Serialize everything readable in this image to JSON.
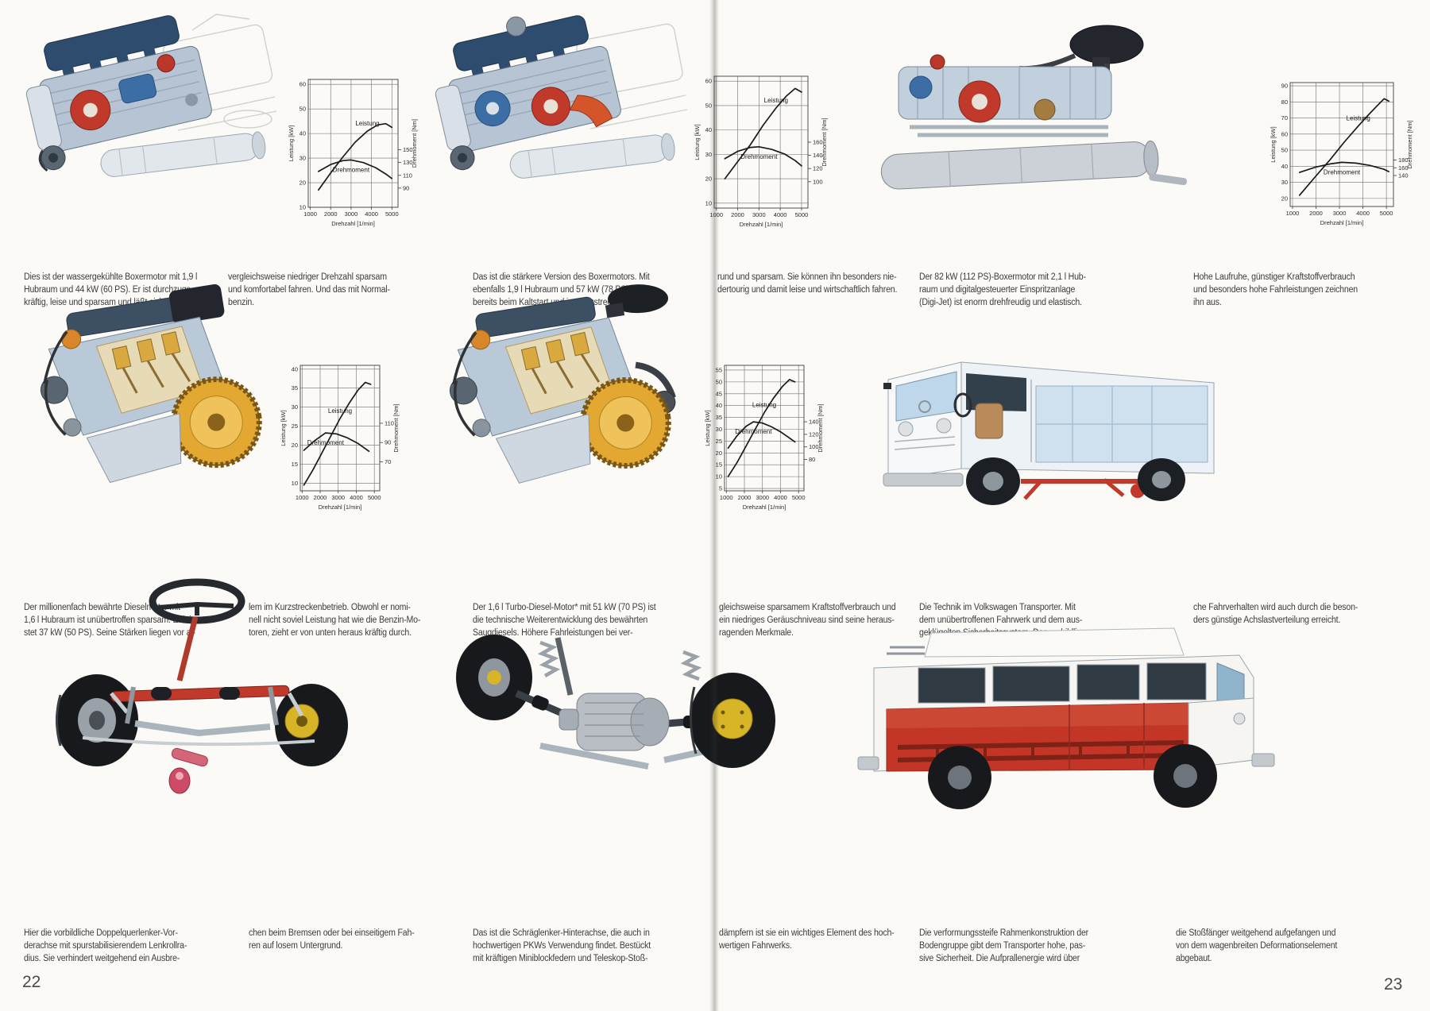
{
  "page": {
    "left_number": "22",
    "right_number": "23"
  },
  "colors": {
    "paper": "#fbfaf6",
    "ink": "#3c3c3c",
    "chart_ink": "#1a1a1a",
    "accent_red": "#c0392b",
    "flywheel_gold": "#e3a832",
    "engine_blue": "#b6c4d4",
    "van_red": "#c23527",
    "hub_yellow": "#d8b427"
  },
  "captions": {
    "r1c1": "Dies ist der wassergekühlte Boxermotor mit 1,9 l\nHubraum und 44 kW (60 PS). Er ist durchzugs-\nkräftig, leise und sparsam und läßt sich mit",
    "r1c2": "vergleichsweise niedriger Drehzahl sparsam\nund komfortabel fahren. Und das mit Normal-\nbenzin.",
    "r1c3": "Das ist die stärkere Version des Boxermotors. Mit\nebenfalls 1,9 l Hubraum und 57 kW (78 PS) läuft er\nbereits beim Kaltstart und im Kurzstreckenverkehr",
    "r1c4": "rund und sparsam. Sie können ihn besonders nie-\ndertourig und damit leise und wirtschaftlich fahren.",
    "r1c5": "Der 82 kW (112 PS)-Boxermotor mit 2,1 l Hub-\nraum und digitalgesteuerter Einspritzanlage\n(Digi-Jet) ist enorm drehfreudig und elastisch.",
    "r1c6": "Hohe Laufruhe, günstiger Kraftstoffverbrauch\nund besonders hohe Fahrleistungen zeichnen\nihn aus.",
    "r2c1": "Der millionenfach bewährte Dieselmotor mit\n1,6 l Hubraum ist unübertroffen sparsam. Er lei-\nstet 37 kW (50 PS). Seine Stärken liegen vor al-",
    "r2c2": "lem im Kurzstreckenbetrieb. Obwohl er nomi-\nnell nicht soviel Leistung hat wie die Benzin-Mo-\ntoren, zieht er von unten heraus kräftig durch.",
    "r2c3": "Der 1,6 l Turbo-Diesel-Motor* mit 51 kW (70 PS) ist\ndie technische Weiterentwicklung des bewährten\nSaugdiesels. Höhere Fahrleistungen bei ver-",
    "r2c4": "gleichsweise sparsamem Kraftstoffverbrauch und\nein niedriges Geräuschniveau sind seine heraus-\nragenden Merkmale.",
    "r2c5": "Die Technik im Volkswagen Transporter. Mit\ndem unübertroffenen Fahrwerk und dem aus-\ngeklügelten Sicherheitssystem. Das vorbildli-",
    "r2c6": "che Fahrverhalten wird auch durch die beson-\nders günstige Achslastverteilung erreicht.",
    "r3c1": "Hier die vorbildliche Doppelquerlenker-Vor-\nderachse mit spurstabilisierendem Lenkrollra-\ndius. Sie verhindert weitgehend ein Ausbre-",
    "r3c2": "chen beim Bremsen oder bei einseitigem Fah-\nren auf losem Untergrund.",
    "r3c3": "Das ist die Schräglenker-Hinterachse, die auch in\nhochwertigen PKWs Verwendung findet. Bestückt\nmit kräftigen Miniblockfedern und Teleskop-Stoß-",
    "r3c4": "dämpfern ist sie ein wichtiges Element des hoch-\nwertigen Fahrwerks.",
    "r3c5": "Die verformungssteife Rahmenkonstruktion der\nBodengruppe gibt dem Transporter hohe, pas-\nsive Sicherheit. Die Aufprallenergie wird über",
    "r3c6": "die Stoßfänger weitgehend aufgefangen und\nvon dem wagenbreiten Deformationselement\nabgebaut."
  },
  "chart_data": [
    {
      "id": "boxer-1.9-44kW",
      "type": "line",
      "x_label": "Drehzahl [1/min]",
      "y_left_label": "Leistung [kW]",
      "y_right_label": "Drehmoment [Nm]",
      "x_ticks": [
        1000,
        2000,
        3000,
        4000,
        5000
      ],
      "x_range": [
        900,
        5300
      ],
      "left_ticks": [
        10,
        20,
        30,
        40,
        50,
        60
      ],
      "left_range": [
        10,
        62
      ],
      "right_ticks": [
        90,
        110,
        130,
        150
      ],
      "right_range": [
        60,
        260
      ],
      "series": [
        {
          "name": "Leistung",
          "label": "Leistung",
          "axis": "left",
          "points": [
            [
              1400,
              17
            ],
            [
              2000,
              24
            ],
            [
              2600,
              30.5
            ],
            [
              3200,
              36.5
            ],
            [
              3800,
              41
            ],
            [
              4300,
              43.5
            ],
            [
              4700,
              44
            ],
            [
              5000,
              42.5
            ]
          ]
        },
        {
          "name": "Drehmoment",
          "label": "Drehmoment",
          "axis": "right",
          "points": [
            [
              1400,
              116
            ],
            [
              2000,
              127
            ],
            [
              2600,
              133
            ],
            [
              3000,
              134
            ],
            [
              3600,
              130
            ],
            [
              4200,
              122
            ],
            [
              4700,
              112
            ],
            [
              5000,
              105
            ]
          ]
        }
      ]
    },
    {
      "id": "boxer-1.9-57kW",
      "type": "line",
      "x_label": "Drehzahl [1/min]",
      "y_left_label": "Leistung [kW]",
      "y_right_label": "Drehmoment [Nm]",
      "x_ticks": [
        1000,
        2000,
        3000,
        4000,
        5000
      ],
      "x_range": [
        900,
        5300
      ],
      "left_ticks": [
        10,
        20,
        30,
        40,
        50,
        60
      ],
      "left_range": [
        8,
        62
      ],
      "right_ticks": [
        100,
        120,
        140,
        160
      ],
      "right_range": [
        60,
        260
      ],
      "series": [
        {
          "name": "Leistung",
          "label": "Leistung",
          "axis": "left",
          "points": [
            [
              1400,
              20
            ],
            [
              2000,
              27
            ],
            [
              2600,
              34
            ],
            [
              3200,
              42
            ],
            [
              3800,
              49
            ],
            [
              4300,
              54
            ],
            [
              4700,
              57
            ],
            [
              5000,
              55.5
            ]
          ]
        },
        {
          "name": "Drehmoment",
          "label": "Drehmoment",
          "axis": "right",
          "points": [
            [
              1400,
              135
            ],
            [
              2000,
              146
            ],
            [
              2600,
              152
            ],
            [
              3000,
              153
            ],
            [
              3600,
              149
            ],
            [
              4200,
              142
            ],
            [
              4700,
              132
            ],
            [
              5000,
              124
            ]
          ]
        }
      ]
    },
    {
      "id": "boxer-2.1-82kW",
      "type": "line",
      "x_label": "Drehzahl [1/min]",
      "y_left_label": "Leistung [kW]",
      "y_right_label": "Drehmoment [Nm]",
      "x_ticks": [
        1000,
        2000,
        3000,
        4000,
        5000
      ],
      "x_range": [
        900,
        5300
      ],
      "left_ticks": [
        20,
        30,
        40,
        50,
        60,
        70,
        80,
        90
      ],
      "left_range": [
        15,
        92
      ],
      "right_ticks": [
        140,
        160,
        180
      ],
      "right_range": [
        60,
        380
      ],
      "series": [
        {
          "name": "Leistung",
          "label": "Leistung",
          "axis": "left",
          "points": [
            [
              1300,
              22
            ],
            [
              2000,
              34
            ],
            [
              2600,
              44
            ],
            [
              3200,
              55
            ],
            [
              3800,
              65
            ],
            [
              4300,
              73
            ],
            [
              4700,
              79
            ],
            [
              4900,
              82
            ],
            [
              5100,
              80.5
            ]
          ]
        },
        {
          "name": "Drehmoment",
          "label": "Drehmoment",
          "axis": "right",
          "points": [
            [
              1300,
              148
            ],
            [
              2000,
              162
            ],
            [
              2600,
              170
            ],
            [
              3100,
              174
            ],
            [
              3700,
              172
            ],
            [
              4300,
              166
            ],
            [
              4900,
              156
            ],
            [
              5100,
              150
            ]
          ]
        }
      ]
    },
    {
      "id": "diesel-1.6-37kW",
      "type": "line",
      "x_label": "Drehzahl [1/min]",
      "y_left_label": "Leistung [kW]",
      "y_right_label": "Drehmoment [Nm]",
      "x_ticks": [
        1000,
        2000,
        3000,
        4000,
        5000
      ],
      "x_range": [
        900,
        5300
      ],
      "left_ticks": [
        10,
        15,
        20,
        25,
        30,
        35,
        40
      ],
      "left_range": [
        8,
        41
      ],
      "right_ticks": [
        70,
        90,
        110
      ],
      "right_range": [
        40,
        170
      ],
      "series": [
        {
          "name": "Leistung",
          "label": "Leistung",
          "axis": "left",
          "points": [
            [
              1100,
              9.5
            ],
            [
              1600,
              13.5
            ],
            [
              2100,
              18
            ],
            [
              2600,
              22.5
            ],
            [
              3100,
              27
            ],
            [
              3600,
              31
            ],
            [
              4100,
              34.5
            ],
            [
              4500,
              36.5
            ],
            [
              4800,
              36
            ]
          ]
        },
        {
          "name": "Drehmoment",
          "label": "Drehmoment",
          "axis": "right",
          "points": [
            [
              1100,
              82
            ],
            [
              1700,
              92
            ],
            [
              2300,
              100
            ],
            [
              2900,
              99
            ],
            [
              3500,
              95
            ],
            [
              4100,
              89
            ],
            [
              4700,
              81
            ]
          ]
        }
      ]
    },
    {
      "id": "turbodiesel-1.6-51kW",
      "type": "line",
      "x_label": "Drehzahl [1/min]",
      "y_left_label": "Leistung [kW]",
      "y_right_label": "Drehmoment [Nm]",
      "x_ticks": [
        1000,
        2000,
        3000,
        4000,
        5000
      ],
      "x_range": [
        900,
        5300
      ],
      "left_ticks": [
        5,
        10,
        15,
        20,
        25,
        30,
        35,
        40,
        45,
        50,
        55
      ],
      "left_range": [
        4,
        57
      ],
      "right_ticks": [
        80,
        100,
        120,
        140
      ],
      "right_range": [
        30,
        230
      ],
      "series": [
        {
          "name": "Leistung",
          "label": "Leistung",
          "axis": "left",
          "points": [
            [
              1100,
              10
            ],
            [
              1600,
              16
            ],
            [
              2100,
              23
            ],
            [
              2600,
              30
            ],
            [
              3100,
              37
            ],
            [
              3600,
              43
            ],
            [
              4100,
              48
            ],
            [
              4500,
              51
            ],
            [
              4800,
              50
            ]
          ]
        },
        {
          "name": "Drehmoment",
          "label": "Drehmoment",
          "axis": "right",
          "points": [
            [
              1100,
              98
            ],
            [
              1600,
              118
            ],
            [
              2100,
              133
            ],
            [
              2500,
              140
            ],
            [
              3000,
              138
            ],
            [
              3500,
              132
            ],
            [
              4000,
              124
            ],
            [
              4500,
              114
            ],
            [
              4800,
              108
            ]
          ]
        }
      ]
    }
  ]
}
